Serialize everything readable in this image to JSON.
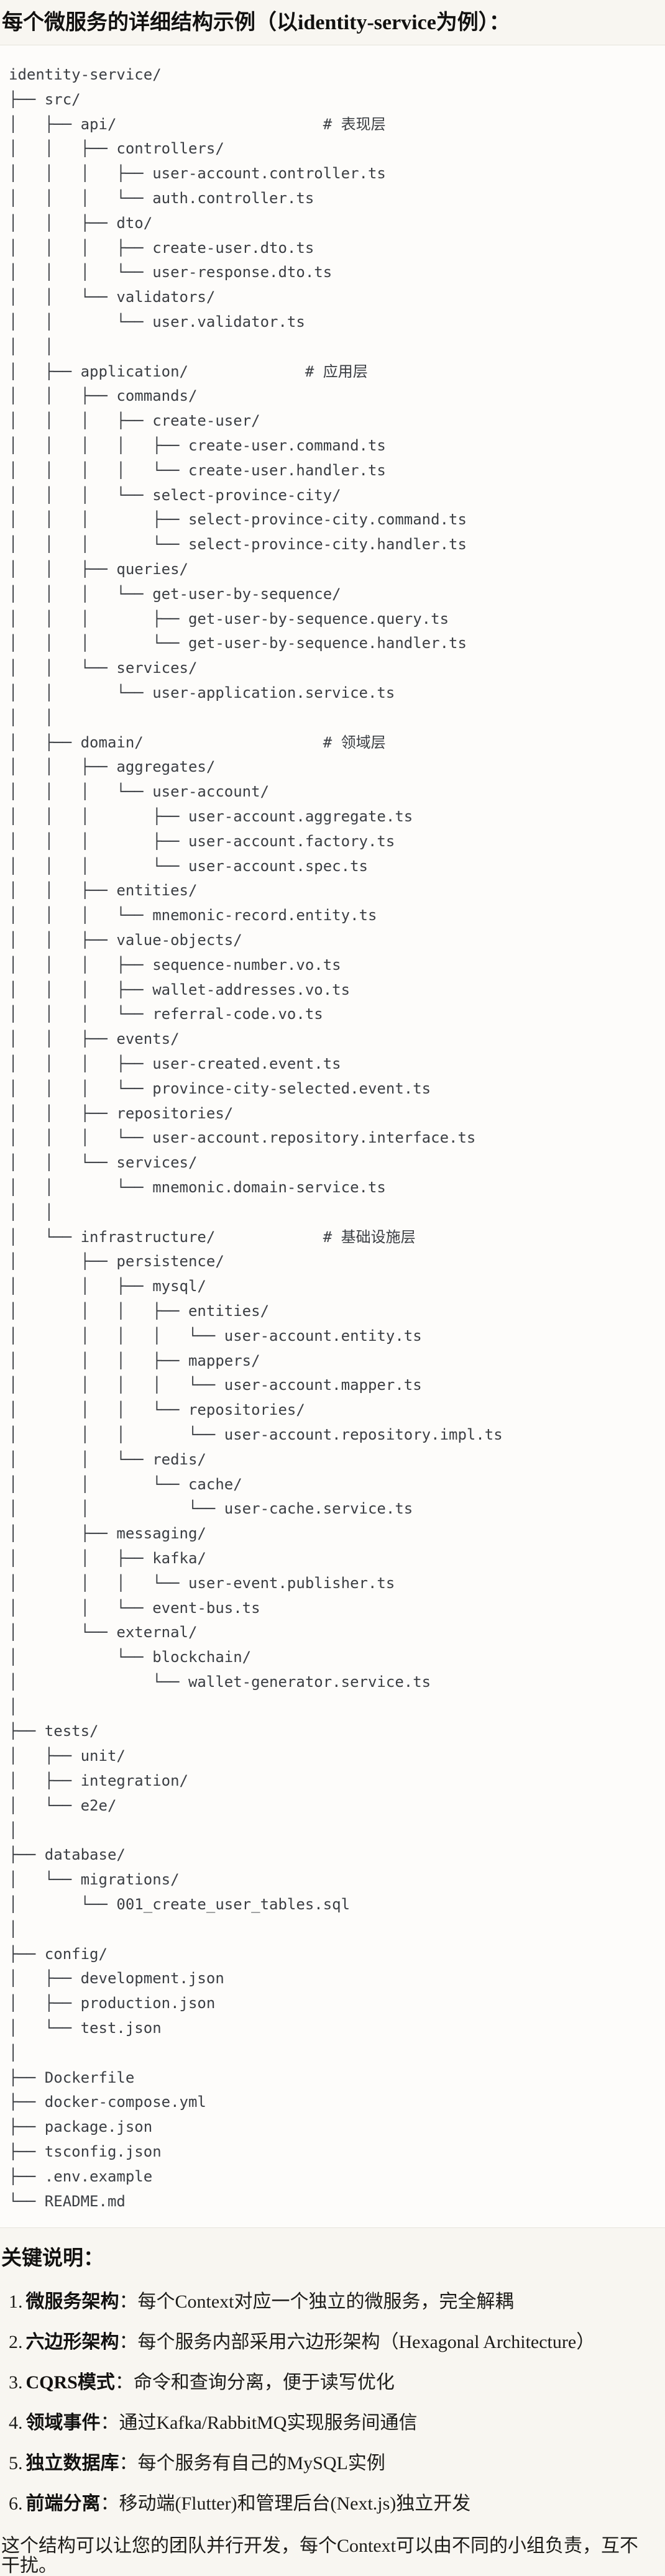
{
  "page": {
    "title": "每个微服务的详细结构示例（以identity-service为例）："
  },
  "colors": {
    "page_bg": "#f8f6f1",
    "code_bg": "#fdfcfa",
    "border": "#e6e3db",
    "code_text": "#3b3e43",
    "body_text": "#1d1c19"
  },
  "tree": {
    "lines": [
      "identity-service/",
      "├── src/",
      "│   ├── api/                       # 表现层",
      "│   │   ├── controllers/",
      "│   │   │   ├── user-account.controller.ts",
      "│   │   │   └── auth.controller.ts",
      "│   │   ├── dto/",
      "│   │   │   ├── create-user.dto.ts",
      "│   │   │   └── user-response.dto.ts",
      "│   │   └── validators/",
      "│   │       └── user.validator.ts",
      "│   │",
      "│   ├── application/             # 应用层",
      "│   │   ├── commands/",
      "│   │   │   ├── create-user/",
      "│   │   │   │   ├── create-user.command.ts",
      "│   │   │   │   └── create-user.handler.ts",
      "│   │   │   └── select-province-city/",
      "│   │   │       ├── select-province-city.command.ts",
      "│   │   │       └── select-province-city.handler.ts",
      "│   │   ├── queries/",
      "│   │   │   └── get-user-by-sequence/",
      "│   │   │       ├── get-user-by-sequence.query.ts",
      "│   │   │       └── get-user-by-sequence.handler.ts",
      "│   │   └── services/",
      "│   │       └── user-application.service.ts",
      "│   │",
      "│   ├── domain/                    # 领域层",
      "│   │   ├── aggregates/",
      "│   │   │   └── user-account/",
      "│   │   │       ├── user-account.aggregate.ts",
      "│   │   │       ├── user-account.factory.ts",
      "│   │   │       └── user-account.spec.ts",
      "│   │   ├── entities/",
      "│   │   │   └── mnemonic-record.entity.ts",
      "│   │   ├── value-objects/",
      "│   │   │   ├── sequence-number.vo.ts",
      "│   │   │   ├── wallet-addresses.vo.ts",
      "│   │   │   └── referral-code.vo.ts",
      "│   │   ├── events/",
      "│   │   │   ├── user-created.event.ts",
      "│   │   │   └── province-city-selected.event.ts",
      "│   │   ├── repositories/",
      "│   │   │   └── user-account.repository.interface.ts",
      "│   │   └── services/",
      "│   │       └── mnemonic.domain-service.ts",
      "│   │",
      "│   └── infrastructure/            # 基础设施层",
      "│       ├── persistence/",
      "│       │   ├── mysql/",
      "│       │   │   ├── entities/",
      "│       │   │   │   └── user-account.entity.ts",
      "│       │   │   ├── mappers/",
      "│       │   │   │   └── user-account.mapper.ts",
      "│       │   │   └── repositories/",
      "│       │   │       └── user-account.repository.impl.ts",
      "│       │   └── redis/",
      "│       │       └── cache/",
      "│       │           └── user-cache.service.ts",
      "│       ├── messaging/",
      "│       │   ├── kafka/",
      "│       │   │   └── user-event.publisher.ts",
      "│       │   └── event-bus.ts",
      "│       └── external/",
      "│           └── blockchain/",
      "│               └── wallet-generator.service.ts",
      "│",
      "├── tests/",
      "│   ├── unit/",
      "│   ├── integration/",
      "│   └── e2e/",
      "│",
      "├── database/",
      "│   └── migrations/",
      "│       └── 001_create_user_tables.sql",
      "│",
      "├── config/",
      "│   ├── development.json",
      "│   ├── production.json",
      "│   └── test.json",
      "│",
      "├── Dockerfile",
      "├── docker-compose.yml",
      "├── package.json",
      "├── tsconfig.json",
      "├── .env.example",
      "└── README.md"
    ]
  },
  "notes": {
    "heading": "关键说明：",
    "items": [
      {
        "num": "1.",
        "label": "微服务架构",
        "text": "：每个Context对应一个独立的微服务，完全解耦"
      },
      {
        "num": "2.",
        "label": "六边形架构",
        "text": "：每个服务内部采用六边形架构（Hexagonal Architecture）"
      },
      {
        "num": "3.",
        "label": "CQRS模式",
        "text": "：命令和查询分离，便于读写优化"
      },
      {
        "num": "4.",
        "label": "领域事件",
        "text": "：通过Kafka/RabbitMQ实现服务间通信"
      },
      {
        "num": "5.",
        "label": "独立数据库",
        "text": "：每个服务有自己的MySQL实例"
      },
      {
        "num": "6.",
        "label": "前端分离",
        "text": "：移动端(Flutter)和管理后台(Next.js)独立开发"
      }
    ],
    "footer": "这个结构可以让您的团队并行开发，每个Context可以由不同的小组负责，互不干扰。"
  }
}
